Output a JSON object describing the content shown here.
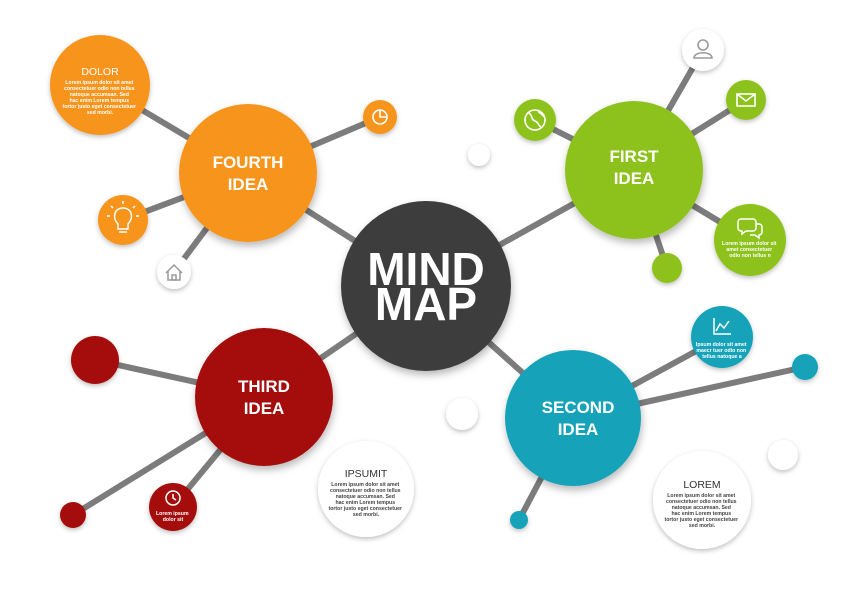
{
  "colors": {
    "orange": "#f7941d",
    "green": "#8dc21f",
    "red": "#a50f0c",
    "teal": "#13a3b9",
    "dark": "#3c3c3e",
    "line": "#7c7c7c"
  },
  "center": {
    "line1": "MIND",
    "line2": "MAP"
  },
  "ideas": {
    "first": {
      "line1": "FIRST",
      "line2": "IDEA"
    },
    "second": {
      "line1": "SECOND",
      "line2": "IDEA"
    },
    "third": {
      "line1": "THIRD",
      "line2": "IDEA"
    },
    "fourth": {
      "line1": "FOURTH",
      "line2": "IDEA"
    }
  },
  "notes": {
    "dolor": {
      "title": "DOLOR",
      "lines": [
        "Lorem ipsum dolor sit amet",
        "consectetuer odio non tellus",
        "natoque accumsan. Sed",
        "hac enim Lorem tempus",
        "tortor justo eget consectetuer",
        "sed morbi."
      ]
    },
    "ipsumit": {
      "title": "IPSUMIT",
      "lines": [
        "Lorem ipsum dolor sit amet",
        "consectetuer odio non tellus",
        "natoque accumsan. Sed",
        "hac enim Lorem tempus",
        "tortor justo eget consectetuer",
        "sed morbi."
      ]
    },
    "lorem": {
      "title": "LOREM",
      "lines": [
        "Lorem ipsum dolor sit amet",
        "consectetuer odio non tellus",
        "natoque accumsan. Sed",
        "hac enim Lorem tempus",
        "tortor justo eget consectetuer",
        "sed morbi."
      ]
    },
    "chat": {
      "lines": [
        "Lorem ipsum dolor sit",
        "amet consectetuer",
        "odio non tellus n"
      ]
    },
    "chart": {
      "lines": [
        "Ipsum dolor sit amet",
        "maecr tuer odio non",
        "tellus natoque a"
      ]
    },
    "clock": {
      "lines": [
        "Lorem ipsum",
        "dolor sit"
      ]
    }
  },
  "icons": [
    "user-icon",
    "envelope-icon",
    "globe-icon",
    "chat-icon",
    "chart-icon",
    "clock-icon",
    "home-icon",
    "lightbulb-icon",
    "pie-chart-icon"
  ]
}
